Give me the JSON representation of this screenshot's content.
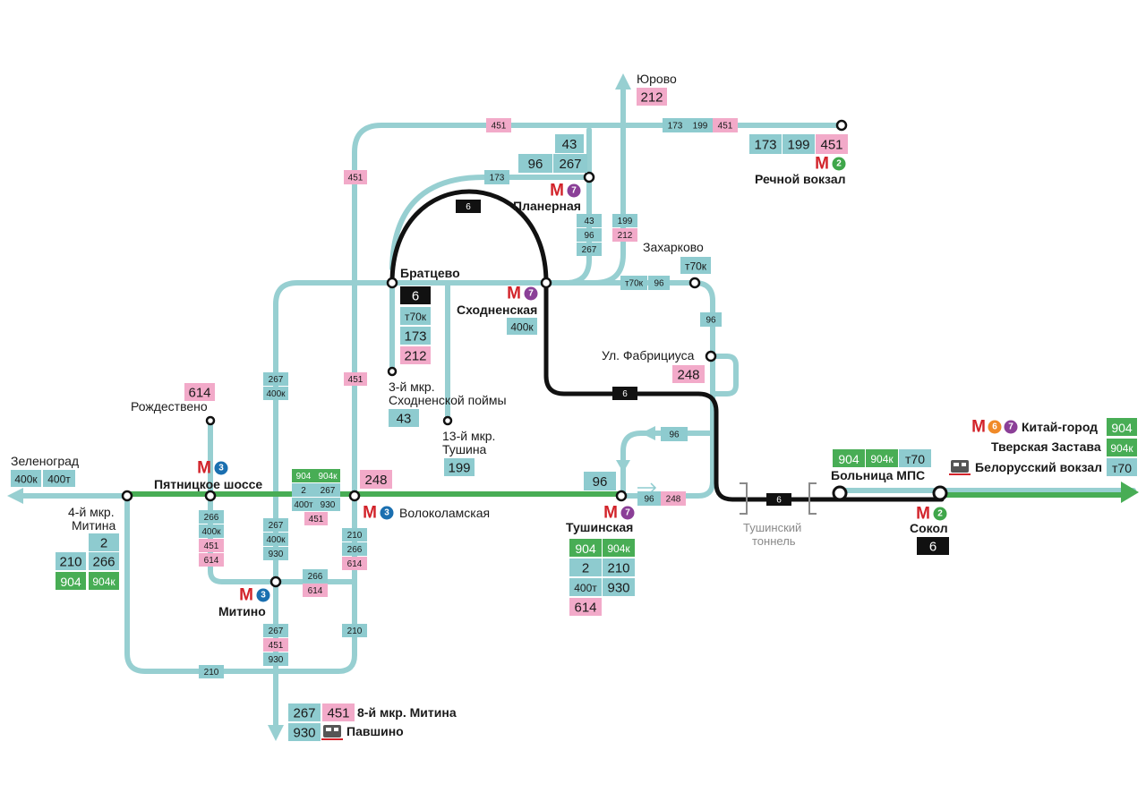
{
  "colors": {
    "route_line": "#97cfd1",
    "route_badge": "#8ecbcf",
    "route_badge_pink": "#f2aac9",
    "route_badge_green": "#48ad55",
    "route_badge_black": "#111111",
    "metro_red": "#d2232a",
    "line2_green": "#3fa64a",
    "line3_blue": "#1a6fb0",
    "line6_orange": "#f08a28",
    "line7_purple": "#8b3f97",
    "tunnel_gray": "#8a8a8a"
  },
  "stops": {
    "yurovo": "Юрово",
    "rechnoy": "Речной вокзал",
    "planernaya": "Планерная",
    "zakharkovo": "Захарково",
    "bratsevo": "Братцево",
    "skhodnenskaya": "Сходненская",
    "fabritsiusa": "Ул. Фабрициуса",
    "mkr3_line1": "3-й мкр.",
    "mkr3_line2": "Сходненской поймы",
    "mkr13_line1": "13-й мкр.",
    "mkr13_line2": "Тушина",
    "rozhdestveno": "Рождествено",
    "zelenograd": "Зеленоград",
    "pyatnitskoe": "Пятницкое шоссе",
    "mitina4_line1": "4-й мкр.",
    "mitina4_line2": "Митина",
    "volokolamskaya": "Волоколамская",
    "tushinskaya": "Тушинская",
    "tunnel_line1": "Тушинский",
    "tunnel_line2": "тоннель",
    "mitino": "Митино",
    "bolnitsa_mps": "Больница МПС",
    "sokol": "Сокол",
    "kitay_gorod": "Китай-город",
    "tverskaya": "Тверская Застава",
    "belorussky": "Белорусский вокзал",
    "mitina8": "8-й мкр. Митина",
    "pavshino": "Павшино"
  },
  "metro_lines": {
    "line2": "2",
    "line3": "3",
    "line6": "6",
    "line7": "7",
    "metro_letter": "М"
  },
  "routes": {
    "r6": "6",
    "r43": "43",
    "r96": "96",
    "r173": "173",
    "r199": "199",
    "r210": "210",
    "r212": "212",
    "r248": "248",
    "r266": "266",
    "r267": "267",
    "r451": "451",
    "r614": "614",
    "r930": "930",
    "r2": "2",
    "r904": "904",
    "r904k": "904к",
    "r400k": "400к",
    "r400t": "400т",
    "rt70": "т70",
    "rt70k": "т70к"
  },
  "icons": {
    "metro": "metro-logo-icon",
    "train": "suburban-train-icon"
  }
}
